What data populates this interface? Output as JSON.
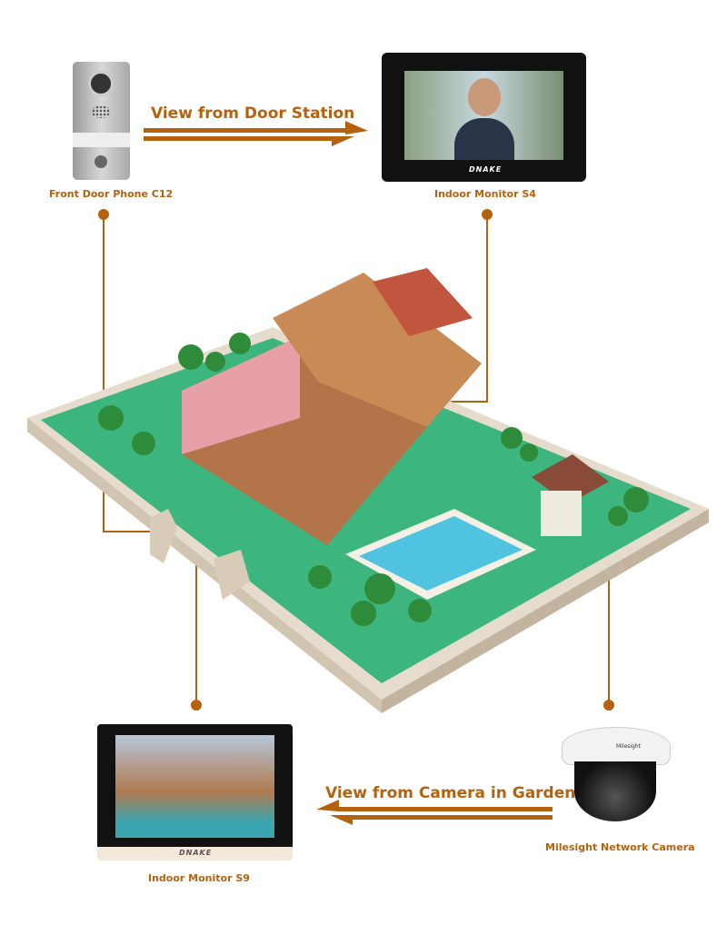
{
  "colors": {
    "accent": "#b5620f",
    "lawn": "#3db57e",
    "wall": "#e6dccd",
    "water": "#4fc3e0"
  },
  "door_phone": {
    "label": "Front Door Phone C12"
  },
  "monitor_s4": {
    "label": "Indoor Monitor  S4",
    "logo": "DNAKE"
  },
  "monitor_s9": {
    "label": "Indoor Monitor S9",
    "logo": "DNAKE"
  },
  "camera": {
    "label": "Milesight Network Camera",
    "logo": "Milesight"
  },
  "arrows": {
    "top": "View from Door Station",
    "bottom": "View from Camera in Garden"
  }
}
